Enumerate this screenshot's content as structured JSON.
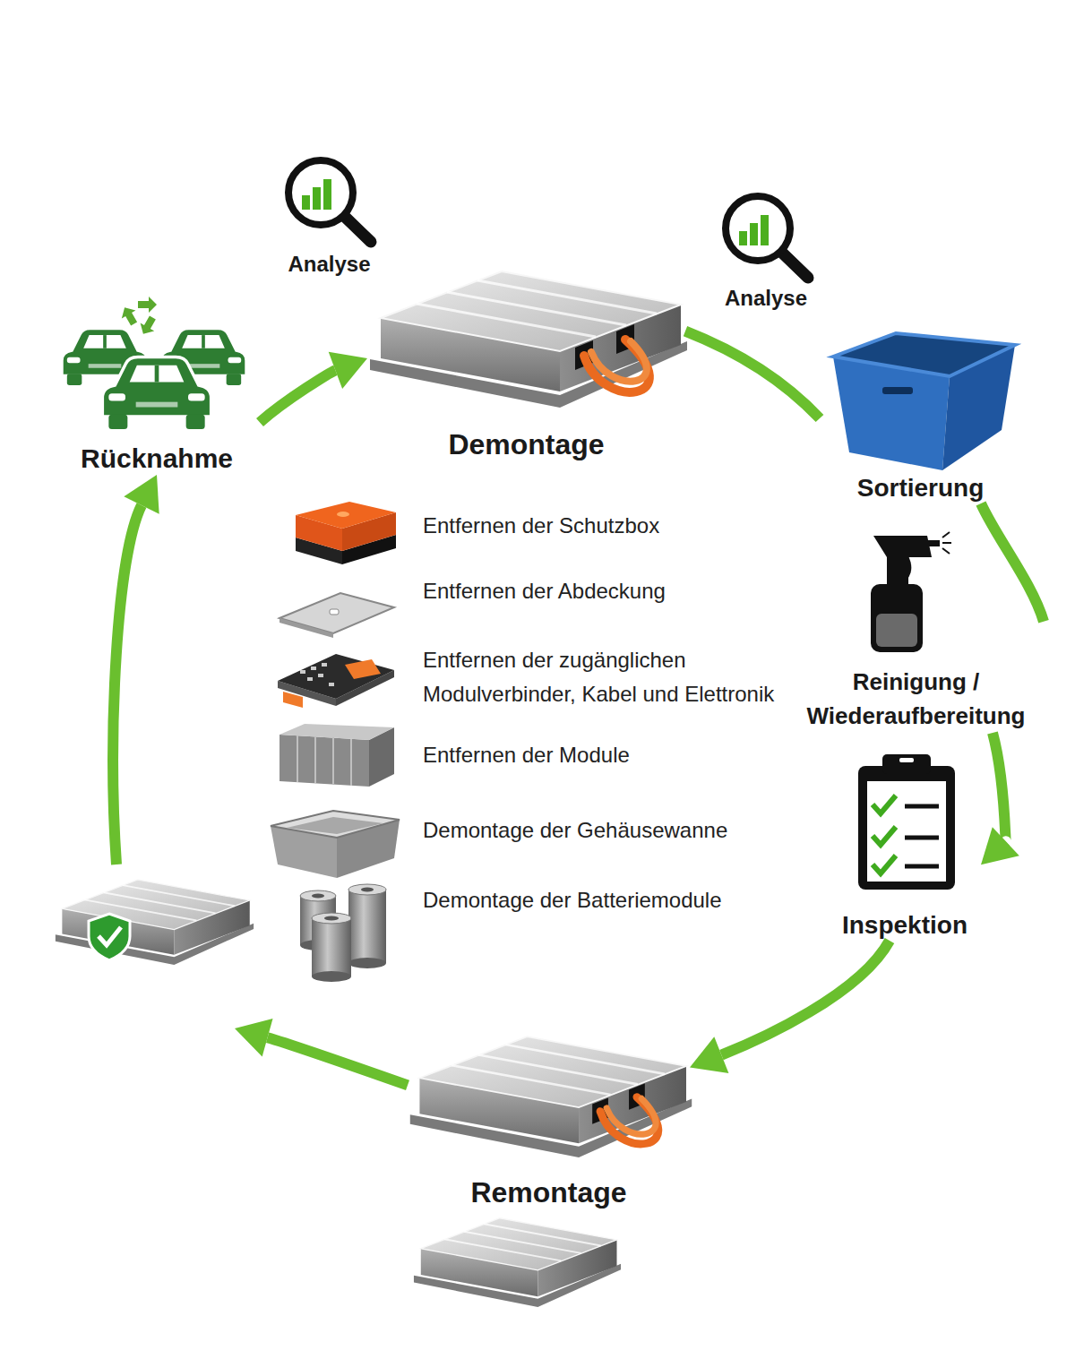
{
  "diagram": {
    "nodes": [
      {
        "text": [
          "Analyse"
        ]
      },
      {
        "text": [
          "Analyse"
        ]
      },
      {
        "text": [
          "Rücknahme"
        ]
      },
      {
        "text": [
          "Demontage"
        ]
      },
      {
        "text": [
          "Sortierung"
        ]
      },
      {
        "text": [
          "Reinigung / Wiederaufbereitung"
        ]
      },
      {
        "text": [
          "Inspektion"
        ]
      },
      {
        "text": [
          "Remontage"
        ]
      }
    ],
    "edges": [
      {
        "from": 2,
        "to": 3,
        "arrow": "to"
      },
      {
        "from": 3,
        "to": 4,
        "arrow": "none"
      },
      {
        "from": 4,
        "to": 5,
        "arrow": "none"
      },
      {
        "from": 5,
        "to": 6,
        "arrow": "to"
      },
      {
        "from": 6,
        "to": 7,
        "arrow": "to"
      },
      {
        "from": 7,
        "to": 2,
        "arrow": "to"
      }
    ],
    "labels": [
      "Entfernen der Schutzbox",
      "Entfernen der Abdeckung",
      "Entfernen der zugänglichen Modulverbinder, Kabel und Elettronik",
      "Entfernen der Module",
      "Demontage der Gehäusewanne",
      "Demontage der Batteriemodule"
    ]
  }
}
